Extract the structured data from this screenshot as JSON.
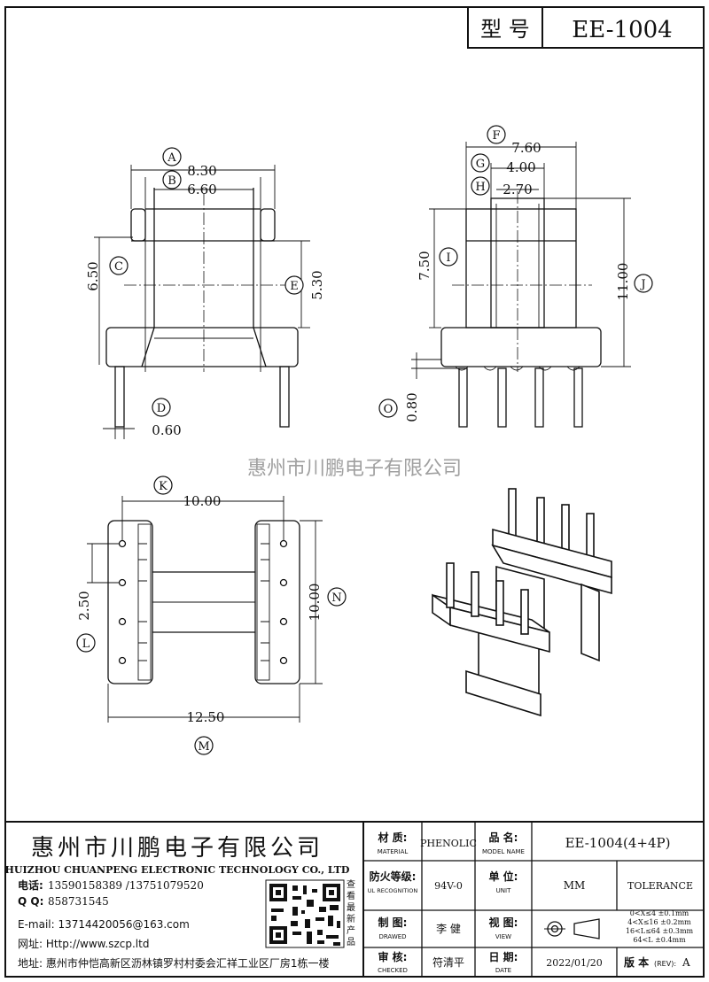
{
  "header": {
    "model_label": "型 号",
    "model_value": "EE-1004"
  },
  "watermark": "惠州市川鹏电子有限公司",
  "dims": {
    "A": {
      "letter": "A",
      "value": "8.30"
    },
    "B": {
      "letter": "B",
      "value": "6.60"
    },
    "C": {
      "letter": "C",
      "value": "6.50"
    },
    "D": {
      "letter": "D",
      "value": "0.60"
    },
    "E": {
      "letter": "E",
      "value": "5.30"
    },
    "F": {
      "letter": "F",
      "value": "7.60"
    },
    "G": {
      "letter": "G",
      "value": "4.00"
    },
    "H": {
      "letter": "H",
      "value": "2.70"
    },
    "I": {
      "letter": "I",
      "value": "7.50"
    },
    "J": {
      "letter": "J",
      "value": "11.00"
    },
    "O": {
      "letter": "O",
      "value": "0.80"
    },
    "K": {
      "letter": "K",
      "value": "10.00"
    },
    "L": {
      "letter": "L",
      "value": "2.50"
    },
    "M": {
      "letter": "M",
      "value": "12.50"
    },
    "N": {
      "letter": "N",
      "value": "10.00"
    }
  },
  "company": {
    "name_cn": "惠州市川鹏电子有限公司",
    "name_en": "HUIZHOU CHUANPENG ELECTRONIC TECHNOLOGY CO., LTD",
    "phone_label": "电话:",
    "phone_value": "13590158389 /13751079520",
    "qq_label": "Q Q:",
    "qq_value": "858731545",
    "email": "E-mail: 13714420056@163.com",
    "website": "网址: Http://www.szcp.ltd",
    "address": "地址: 惠州市仲恺高新区沥林镇罗村村委会汇祥工业区厂房1栋一楼",
    "qr_caption": [
      "查",
      "看",
      "最",
      "新",
      "产",
      "品"
    ]
  },
  "table": {
    "material_label": "材 质:",
    "material_label_en": "MATERIAL",
    "material_value": "PHENOLIC",
    "partname_label": "品 名:",
    "partname_label_en": "MODEL NAME",
    "partname_value": "EE-1004(4+4P)",
    "ul_label": "防火等级:",
    "ul_label_en": "UL RECOGNITION",
    "ul_value": "94V-0",
    "unit_label": "单 位:",
    "unit_label_en": "UNIT",
    "unit_value": "MM",
    "tolerance_label": "TOLERANCE",
    "drawn_label": "制 图:",
    "drawn_label_en": "DRAWED",
    "drawn_value": "李 健",
    "view_label": "视 图:",
    "view_label_en": "VIEW",
    "checked_label": "审 核:",
    "checked_label_en": "CHECKED",
    "checked_value": "符清平",
    "date_label": "日 期:",
    "date_label_en": "DATE",
    "date_value": "2022/01/20",
    "rev_label": "版 本",
    "rev_label_en": "(REV):",
    "rev_value": "A",
    "tolerances": [
      "0<X≤4    ±0.1mm",
      "4<X≤16   ±0.2mm",
      "16<L≤64  ±0.3mm",
      "64<L     ±0.4mm"
    ]
  }
}
